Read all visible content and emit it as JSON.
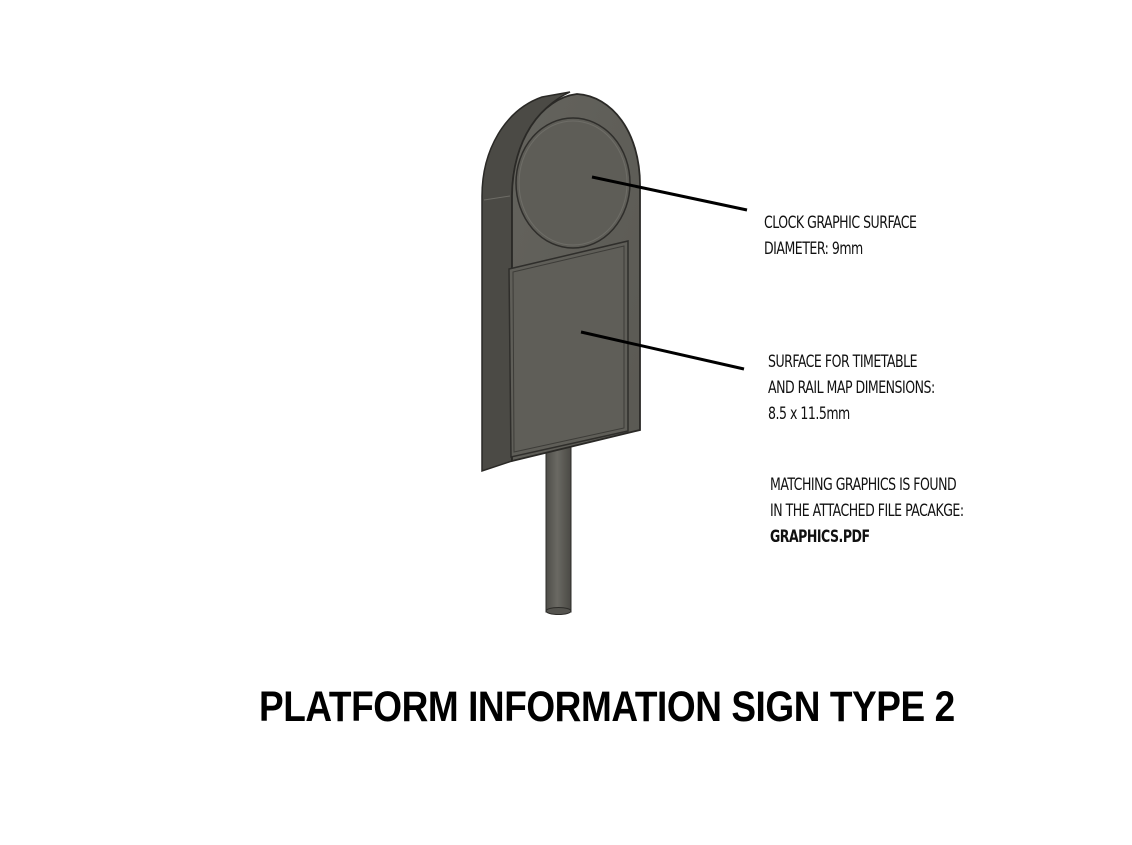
{
  "title": "PLATFORM INFORMATION SIGN TYPE 2",
  "callouts": {
    "clock": {
      "line1": "CLOCK GRAPHIC SURFACE",
      "line2": "DIAMETER: 9mm"
    },
    "timetable": {
      "line1": "SURFACE FOR TIMETABLE",
      "line2": "AND RAIL MAP DIMENSIONS:",
      "line3": "8.5 x 11.5mm"
    },
    "graphics": {
      "line1": "MATCHING GRAPHICS IS FOUND",
      "line2": "IN THE ATTACHED FILE PACAKGE:",
      "line3": "GRAPHICS.PDF"
    }
  },
  "colors": {
    "sign_body": "#5f5e58",
    "sign_side": "#4a4944",
    "leader_line": "#000000"
  }
}
